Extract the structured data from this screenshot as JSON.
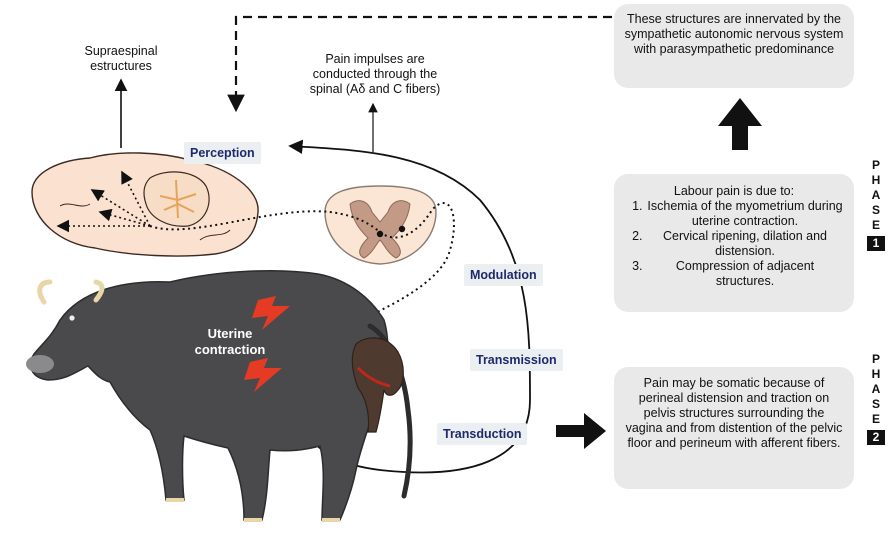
{
  "labels": {
    "supraespinal": "Supraespinal estructures",
    "impulses": "Pain impulses are conducted through the spinal (Aδ and C fibers)",
    "uterine": "Uterine contraction"
  },
  "stages": {
    "perception": "Perception",
    "modulation": "Modulation",
    "transmission": "Transmission",
    "transduction": "Transduction"
  },
  "boxes": {
    "innervation": "These structures are innervated by the sympathetic autonomic nervous system with parasympathetic predominance",
    "phase1_title": "Labour pain is due to:",
    "phase1_items": [
      "Ischemia of the myometrium during uterine contraction.",
      "Cervical ripening, dilation and distension.",
      "Compression of adjacent structures."
    ],
    "phase2": "Pain may be somatic because of perineal distension and traction on pelvis structures surrounding the vagina and from distention of the pelvic floor and perineum with afferent fibers."
  },
  "phases": {
    "phase1": [
      "P",
      "H",
      "A",
      "S",
      "E",
      "1"
    ],
    "phase2": [
      "P",
      "H",
      "A",
      "S",
      "E",
      "2"
    ]
  },
  "colors": {
    "brain": "#fbe1cf",
    "cerebellum": "#f7dcc6",
    "spinal_gray": "#c29a86",
    "buffalo": "#4a4a4d",
    "calf": "#4f3a30",
    "lightning": "#e53a24",
    "stage_text": "#1c2a6b",
    "box_bg": "#e9e9e9"
  }
}
